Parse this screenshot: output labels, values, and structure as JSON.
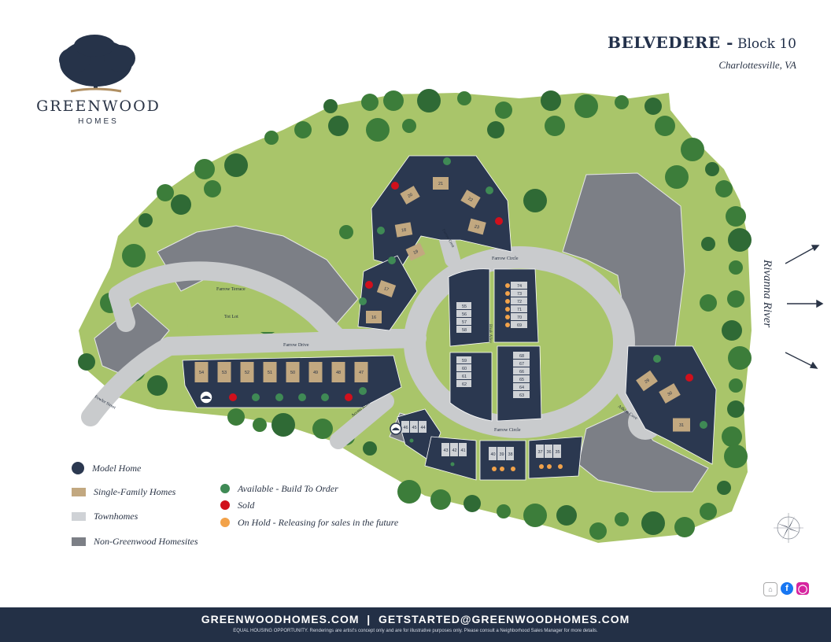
{
  "header": {
    "brand_name": "GREENWOOD",
    "brand_sub": "HOMES",
    "title_main": "BELVEDERE -",
    "title_block": "Block 10",
    "location": "Charlottesville, VA"
  },
  "map_labels": {
    "farrow_terrace": "Farrow Terrace",
    "tot_lot": "Tot Lot",
    "farrow_drive": "Farrow Drive",
    "farrow_circle_n": "Farrow Circle",
    "farrow_circle_s": "Farrow Circle",
    "farrow_court": "Farrow Crest",
    "bleak_alley": "Bleak Alley",
    "access_road": "Access Road",
    "fowler_street": "Fowler Street",
    "adkins_court": "Adkins Cove"
  },
  "lots": {
    "cul_de_sac": [
      "20",
      "21",
      "22",
      "23",
      "18",
      "19",
      "17",
      "16"
    ],
    "drive_row": [
      "54",
      "53",
      "52",
      "51",
      "50",
      "49",
      "48",
      "47"
    ],
    "east_court": [
      "29",
      "30",
      "31"
    ],
    "ta_north": [
      "55",
      "56",
      "57",
      "58"
    ],
    "ta_north_right": [
      "74",
      "73",
      "72",
      "71",
      "70",
      "69"
    ],
    "ta_center_left": [
      "59",
      "60",
      "61",
      "62"
    ],
    "ta_center_right": [
      "68",
      "67",
      "66",
      "65",
      "64",
      "63"
    ],
    "south_a": [
      "46",
      "45",
      "44"
    ],
    "south_b": [
      "43",
      "42",
      "41"
    ],
    "south_c": [
      "40",
      "39",
      "38"
    ],
    "south_d": [
      "37",
      "36",
      "35"
    ]
  },
  "river": "Rivanna River",
  "legend": {
    "model_home": "Model Home",
    "single_family": "Single-Family Homes",
    "townhomes": "Townhomes",
    "non_greenwood": "Non-Greenwood Homesites",
    "available": "Available - Build To Order",
    "sold": "Sold",
    "on_hold": "On Hold - Releasing for sales in the future"
  },
  "colors": {
    "lot_fill": "#2b3850",
    "house": "#c2a880",
    "townhome": "#cfd2d6",
    "non_greenwood": "#7c7f86",
    "available": "#3f8a55",
    "sold": "#d0101c",
    "on_hold": "#f2a24a",
    "grass": "#a9c56a",
    "road": "#c9cbcd",
    "footer_bg": "#233046"
  },
  "footer": {
    "contact": "GREENWOODHOMES.COM  |  GETSTARTED@GREENWOODHOMES.COM",
    "disclaimer": "EQUAL HOUSING OPPORTUNITY. Renderings are artist's concept only and are for illustrative purposes only. Please consult a Neighborhood Sales Manager for more details."
  }
}
